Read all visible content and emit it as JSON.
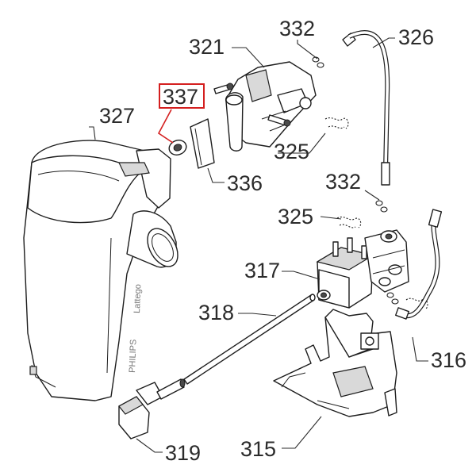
{
  "callouts": {
    "c321": "321",
    "c332a": "332",
    "c326": "326",
    "c337": "337",
    "c327": "327",
    "c325a": "325",
    "c336": "336",
    "c332b": "332",
    "c325b": "325",
    "c317": "317",
    "c318": "318",
    "c316": "316",
    "c319": "319",
    "c315": "315"
  },
  "highlighted_callout": "337",
  "brand_text": {
    "model": "Lattego",
    "brand": "PHILIPS"
  },
  "colors": {
    "highlight": "#d41f1f",
    "line": "#1d1d1d",
    "label": "#2b2b2b"
  }
}
